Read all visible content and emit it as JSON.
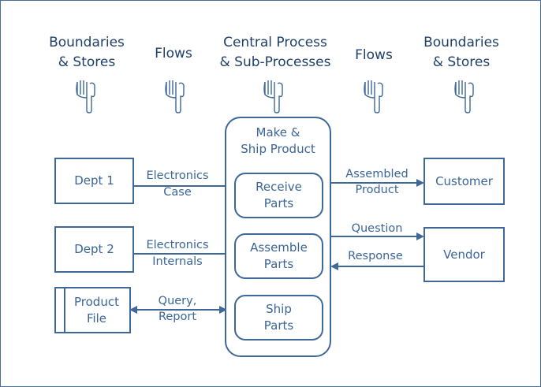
{
  "headers": {
    "left_boundaries": [
      "Boundaries",
      "& Stores"
    ],
    "left_flows": "Flows",
    "central": [
      "Central Process",
      "& Sub-Processes"
    ],
    "right_flows": "Flows",
    "right_boundaries": [
      "Boundaries",
      "& Stores"
    ]
  },
  "icons": [
    "pointing-hand-icon",
    "pointing-hand-icon",
    "pointing-hand-icon",
    "pointing-hand-icon",
    "pointing-hand-icon"
  ],
  "process": {
    "title": [
      "Make &",
      "Ship Product"
    ],
    "subprocesses": [
      [
        "Receive",
        "Parts"
      ],
      [
        "Assemble",
        "Parts"
      ],
      [
        "Ship",
        "Parts"
      ]
    ]
  },
  "left_entities": {
    "dept1": "Dept 1",
    "dept2": "Dept 2",
    "product_file": [
      "Product",
      "File"
    ]
  },
  "right_entities": {
    "customer": "Customer",
    "vendor": "Vendor"
  },
  "flows": {
    "electronics_case": [
      "Electronics",
      "Case"
    ],
    "electronics_internals": [
      "Electronics",
      "Internals"
    ],
    "query_report": [
      "Query,",
      "Report"
    ],
    "assembled_product": [
      "Assembled",
      "Product"
    ],
    "question": "Question",
    "response": "Response"
  },
  "colors": {
    "line": "#3d6898",
    "text": "#3a6596",
    "header": "#1f3f68"
  }
}
